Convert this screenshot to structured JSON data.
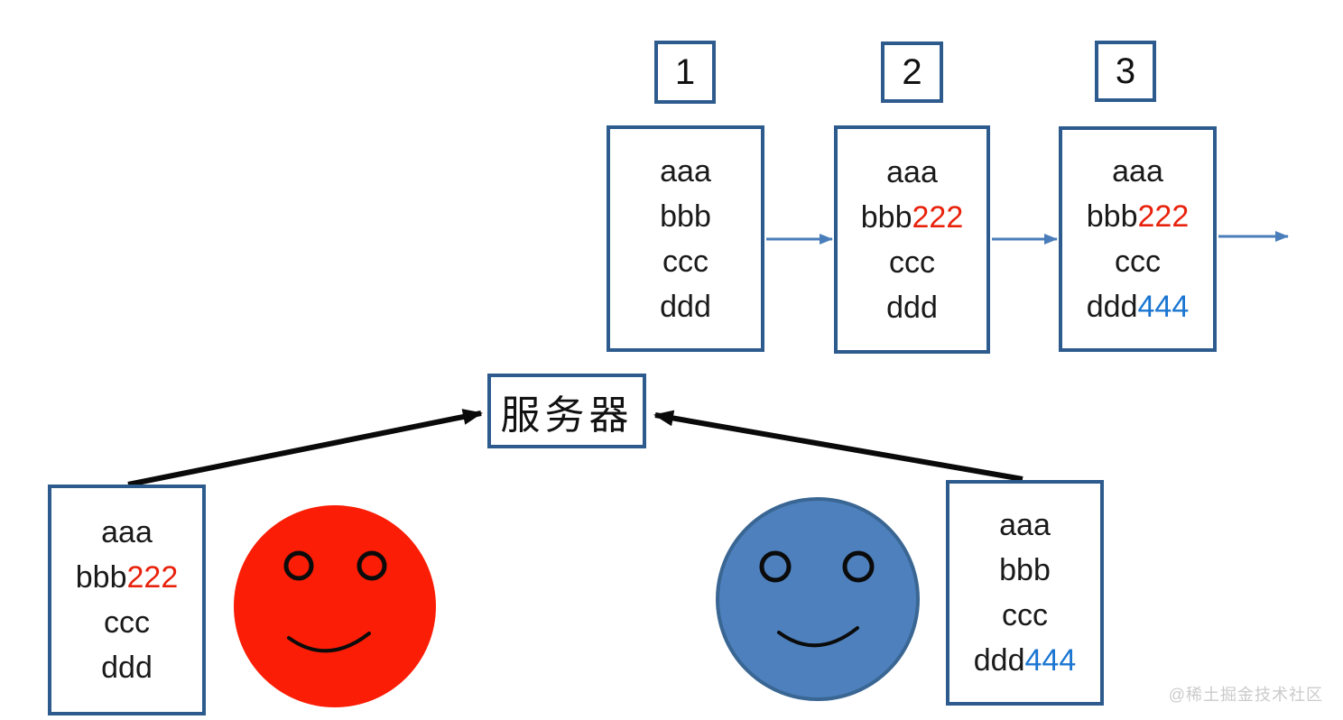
{
  "colors": {
    "box_border": "#2d5b8e",
    "arrow_blue": "#4a7ebb",
    "arrow_black": "#0a0a0a",
    "edit_red": "#e8220c",
    "edit_blue": "#1b76d2",
    "face_red": "#fb1d05",
    "face_blue": "#4d80bd",
    "face_blue_border": "#3a6693",
    "watermark_gray": "#cbcbcb"
  },
  "versions": [
    {
      "tag": "1",
      "lines": [
        {
          "base": "aaa",
          "suffix": "",
          "suffix_color": ""
        },
        {
          "base": "bbb",
          "suffix": "",
          "suffix_color": ""
        },
        {
          "base": "ccc",
          "suffix": "",
          "suffix_color": ""
        },
        {
          "base": "ddd",
          "suffix": "",
          "suffix_color": ""
        }
      ]
    },
    {
      "tag": "2",
      "lines": [
        {
          "base": "aaa",
          "suffix": "",
          "suffix_color": ""
        },
        {
          "base": "bbb",
          "suffix": "222",
          "suffix_color": "#e8220c"
        },
        {
          "base": "ccc",
          "suffix": "",
          "suffix_color": ""
        },
        {
          "base": "ddd",
          "suffix": "",
          "suffix_color": ""
        }
      ]
    },
    {
      "tag": "3",
      "lines": [
        {
          "base": "aaa",
          "suffix": "",
          "suffix_color": ""
        },
        {
          "base": "bbb",
          "suffix": "222",
          "suffix_color": "#e8220c"
        },
        {
          "base": "ccc",
          "suffix": "",
          "suffix_color": ""
        },
        {
          "base": "ddd",
          "suffix": "444",
          "suffix_color": "#1b76d2"
        }
      ]
    }
  ],
  "server": {
    "label": "服务器"
  },
  "client_left_doc": {
    "lines": [
      {
        "base": "aaa",
        "suffix": "",
        "suffix_color": ""
      },
      {
        "base": "bbb",
        "suffix": "222",
        "suffix_color": "#e8220c"
      },
      {
        "base": "ccc",
        "suffix": "",
        "suffix_color": ""
      },
      {
        "base": "ddd",
        "suffix": "",
        "suffix_color": ""
      }
    ]
  },
  "client_right_doc": {
    "lines": [
      {
        "base": "aaa",
        "suffix": "",
        "suffix_color": ""
      },
      {
        "base": "bbb",
        "suffix": "",
        "suffix_color": ""
      },
      {
        "base": "ccc",
        "suffix": "",
        "suffix_color": ""
      },
      {
        "base": "ddd",
        "suffix": "444",
        "suffix_color": "#1b76d2"
      }
    ]
  },
  "watermark": {
    "label": "@稀土掘金技术社区"
  }
}
